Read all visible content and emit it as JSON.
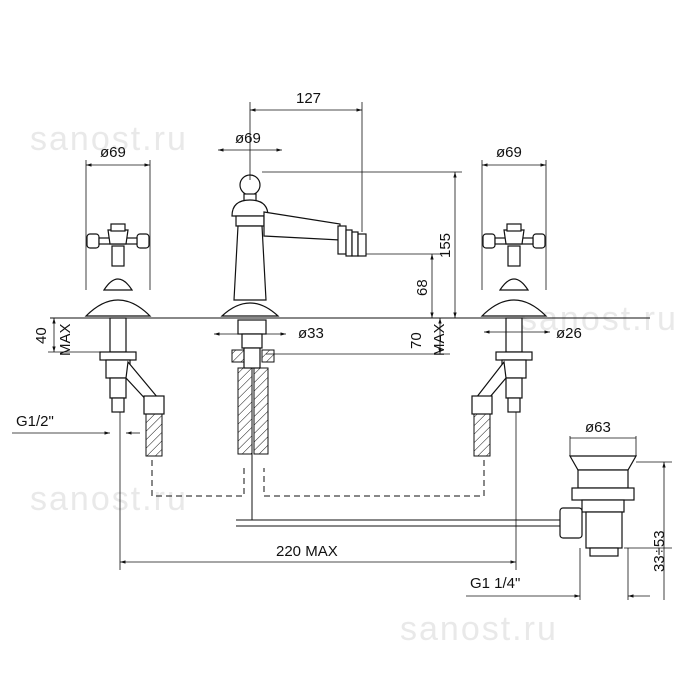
{
  "watermark": "sanost.ru",
  "dimensions": {
    "spout_reach": "127",
    "spout_base_diameter": "ø69",
    "left_handle_diameter": "ø69",
    "right_handle_diameter": "ø69",
    "spout_height": "155",
    "outlet_height": "68",
    "left_deck_thickness": "40",
    "left_deck_max": "MAX",
    "center_deck_thickness": "70",
    "center_deck_max": "MAX",
    "center_shank_diameter": "ø33",
    "right_shank_diameter": "ø26",
    "inlet_thread": "G1/2\"",
    "waste_diameter": "ø63",
    "waste_height": "33÷53",
    "spacing_max": "220 MAX",
    "waste_thread": "G1 1/4\""
  }
}
